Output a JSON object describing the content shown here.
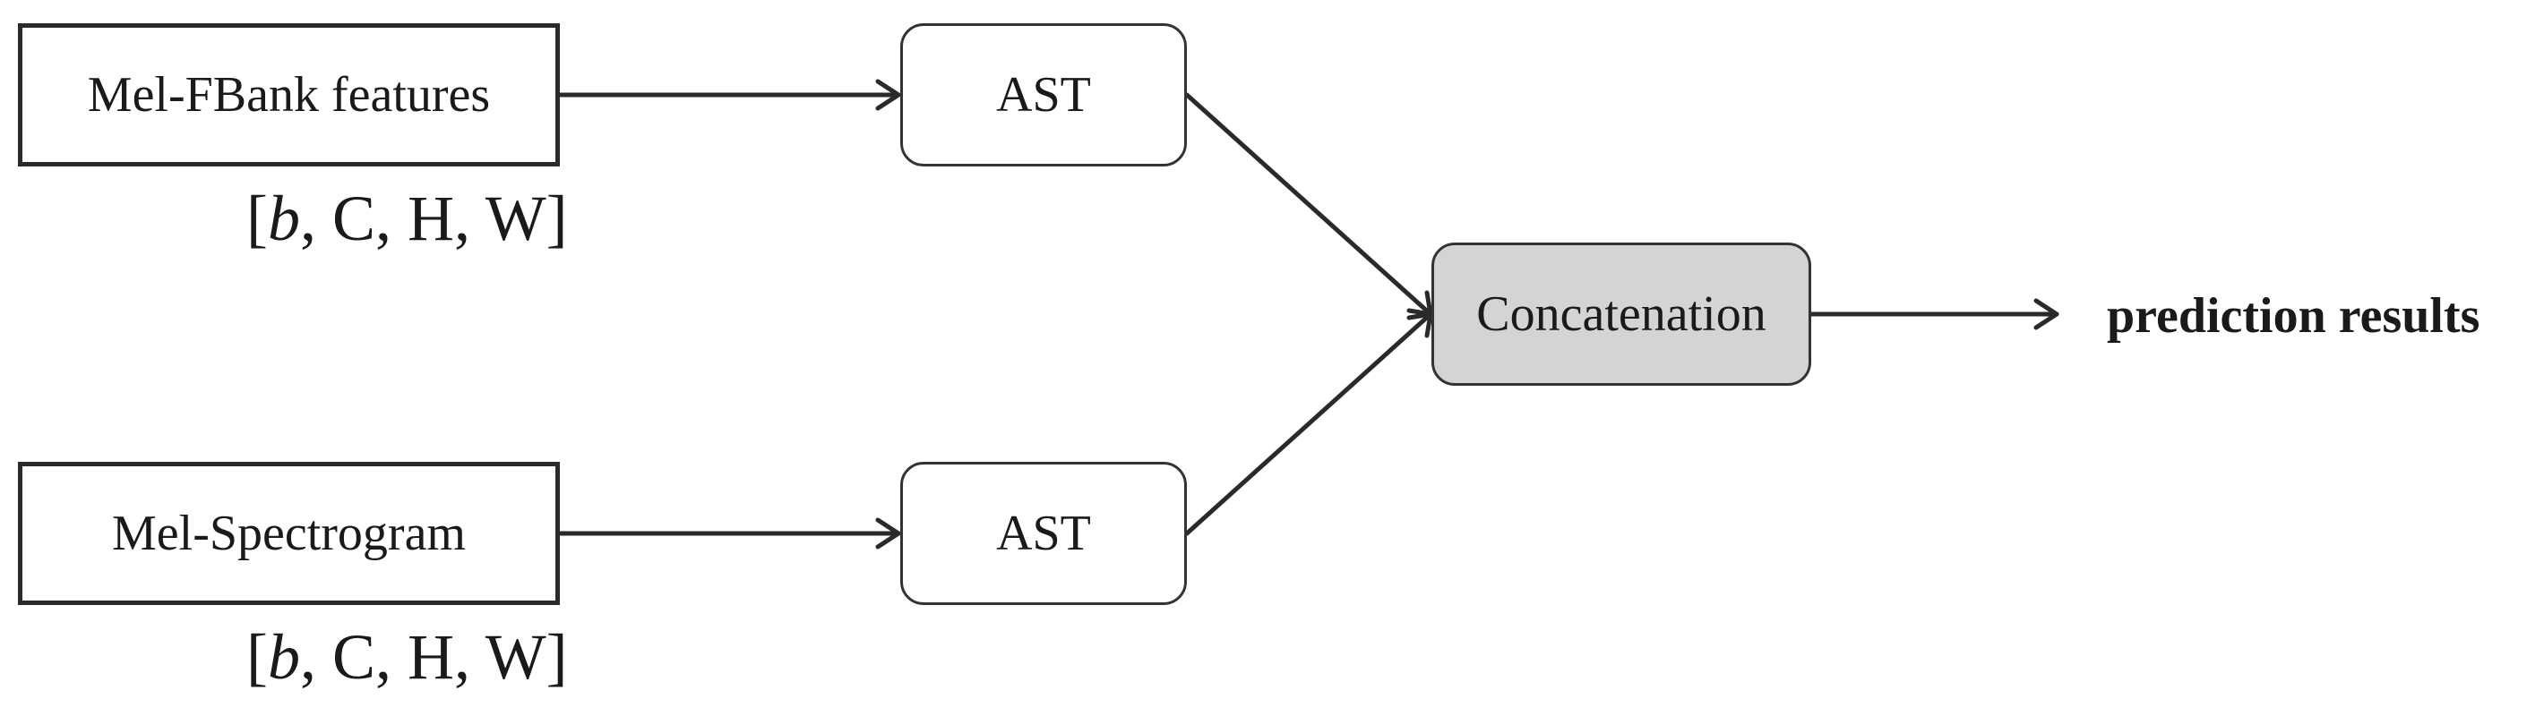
{
  "diagram": {
    "inputs": [
      {
        "label": "Mel-FBank features",
        "shape_open": "[",
        "shape_var": "b",
        "shape_rest": ", C, H, W]"
      },
      {
        "label": "Mel-Spectrogram",
        "shape_open": "[",
        "shape_var": "b",
        "shape_rest": ", C, H, W]"
      }
    ],
    "models": [
      {
        "label": "AST"
      },
      {
        "label": "AST"
      }
    ],
    "merge": {
      "label": "Concatenation"
    },
    "output": {
      "label": "prediction results"
    },
    "colors": {
      "line": "#2a2a2a",
      "merge_fill": "#d4d4d4",
      "box_fill": "#ffffff"
    }
  }
}
